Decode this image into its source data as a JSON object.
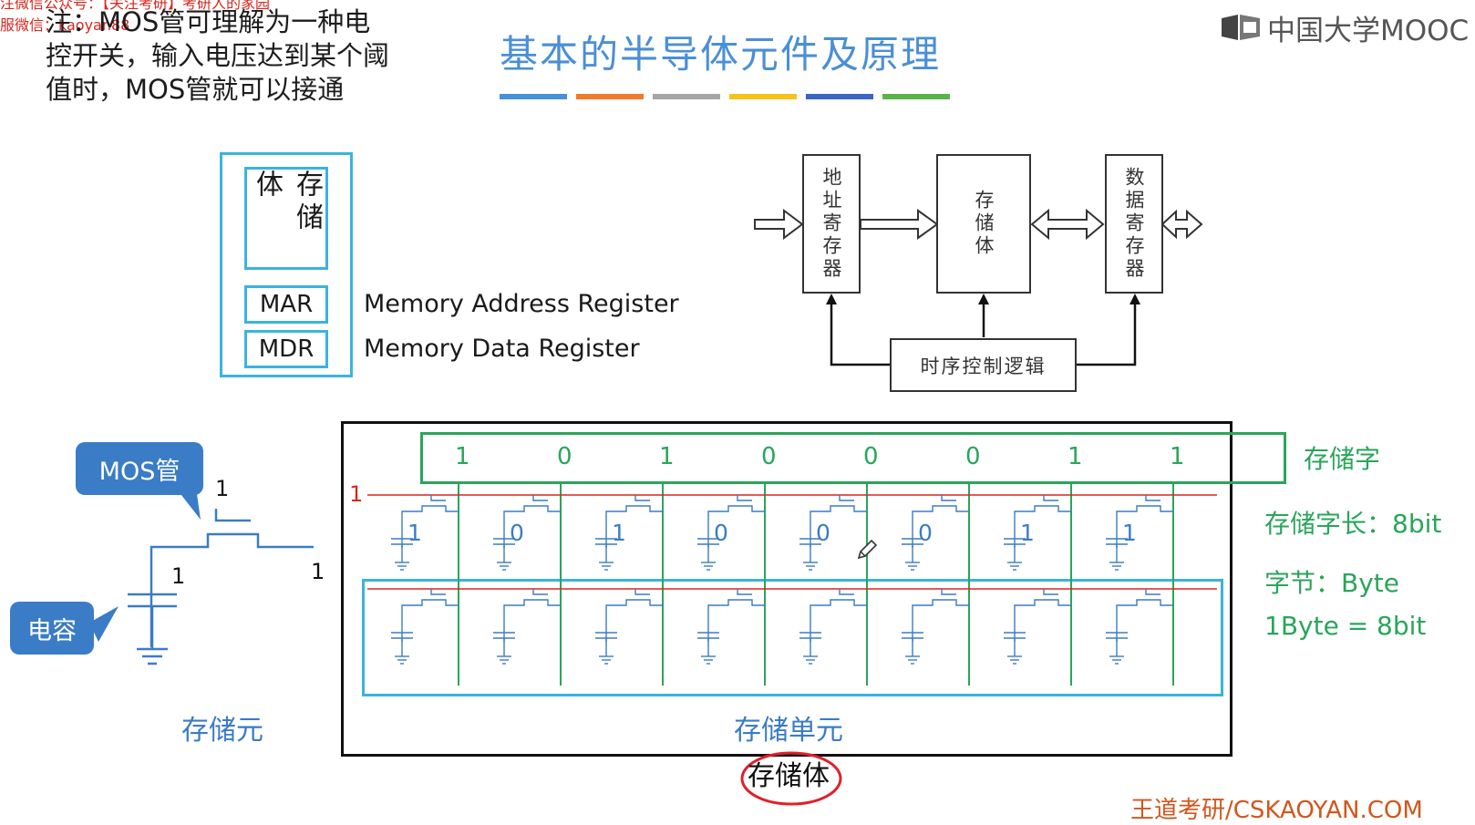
{
  "header": {
    "watermark_line1": "注微信公众号：【关注考研】考研人的家园",
    "watermark_line2": "服微信：kaoyan88",
    "note": "注：MOS管可理解为一种电控开关，输入电压达到某个阈值时，MOS管就可以接通",
    "title": "基本的半导体元件及原理",
    "brand": "中国大学MOOC",
    "color_bar": [
      "#4a90d9",
      "#f07c2a",
      "#a6a6a6",
      "#f5c21b",
      "#3b64c4",
      "#5ab44a"
    ]
  },
  "memory_block": {
    "storage_label": "存储体",
    "mar_label": "MAR",
    "mdr_label": "MDR",
    "mar_desc": "Memory Address Register",
    "mdr_desc": "Memory Data Register"
  },
  "block_diagram": {
    "address_register": "地址寄存器",
    "storage": "存储体",
    "data_register": "数据寄存器",
    "timing_control": "时序控制逻辑"
  },
  "storage_cell": {
    "mos_label": "MOS管",
    "capacitor_label": "电容",
    "value_top": "1",
    "value_left": "1",
    "value_right": "1",
    "caption": "存储元"
  },
  "memory_array": {
    "word_bits": [
      "1",
      "0",
      "1",
      "0",
      "0",
      "0",
      "1",
      "1"
    ],
    "cell_bits": [
      "1",
      "0",
      "1",
      "0",
      "0",
      "0",
      "1",
      "1"
    ],
    "row_select": "1",
    "storage_word_label": "存储字",
    "word_length_label": "存储字长：8bit",
    "byte_label": "字节：Byte",
    "byte_equation": "1Byte = 8bit",
    "storage_unit_label": "存储单元",
    "storage_body_label": "存储体"
  },
  "footer": {
    "brand": "王道考研/CSKAOYAN.COM"
  }
}
